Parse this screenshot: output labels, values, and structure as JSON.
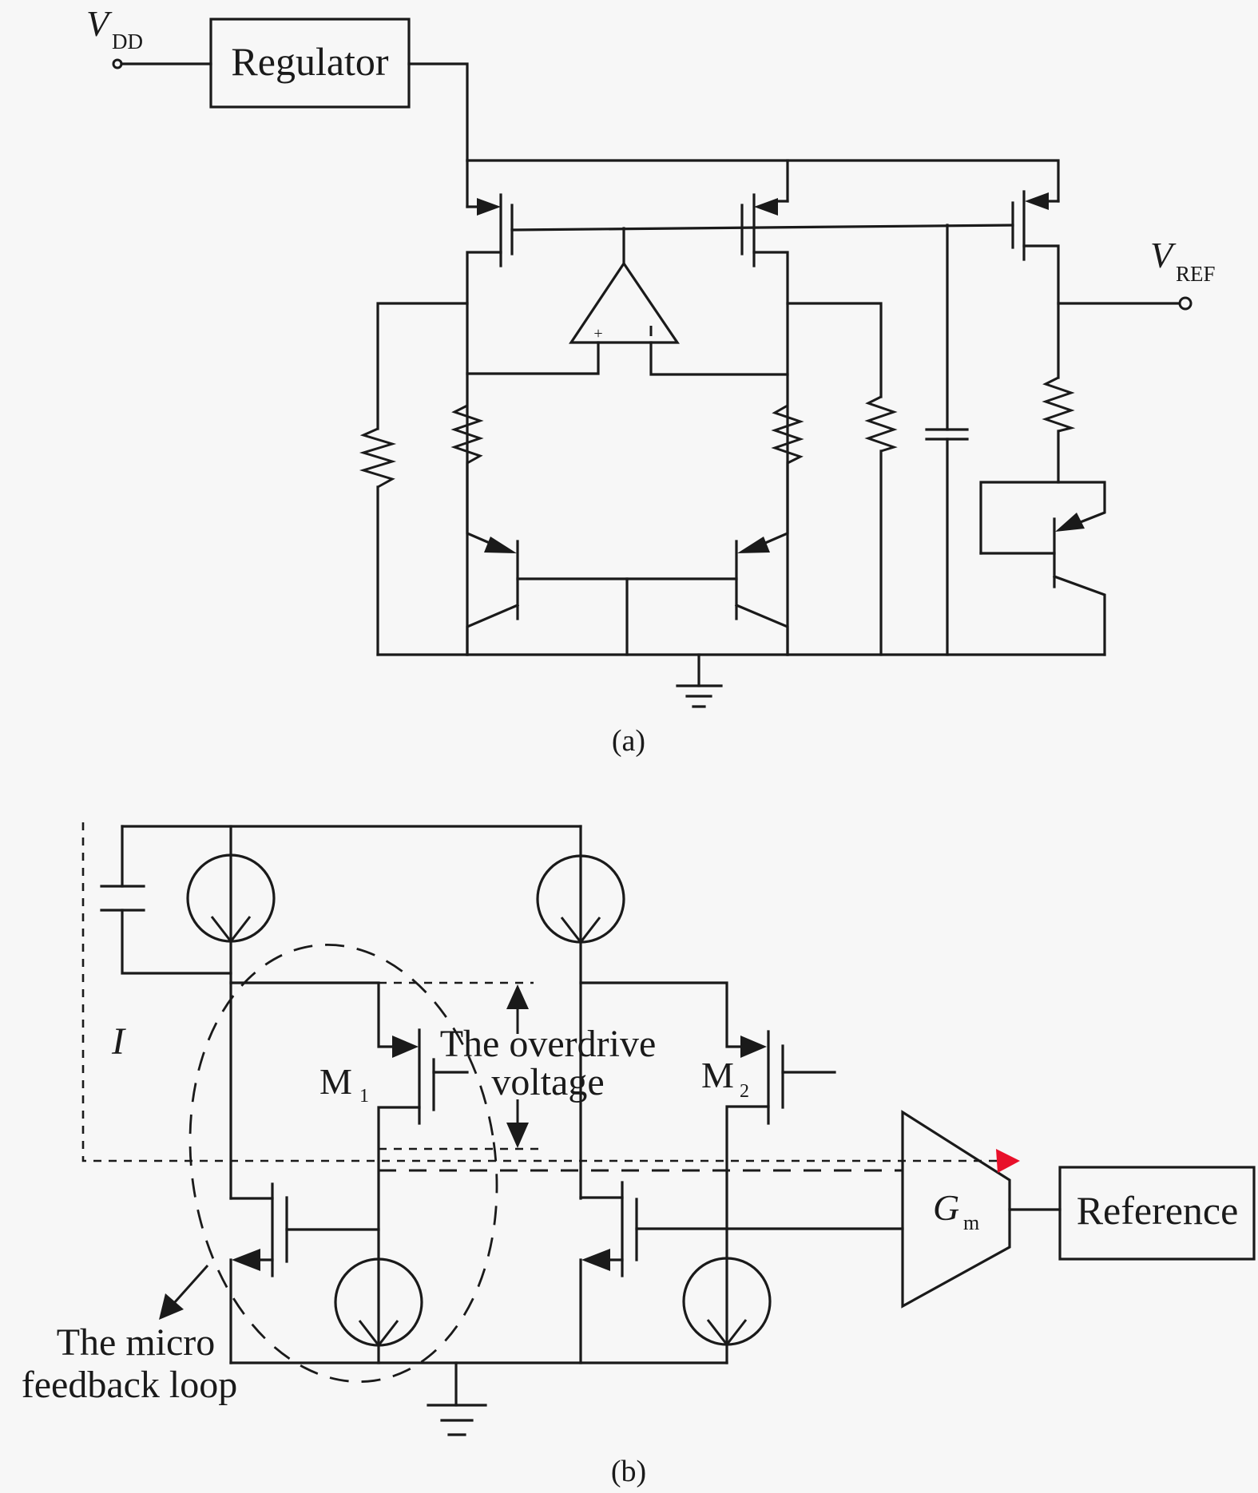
{
  "figure_a": {
    "caption": "(a)",
    "supply_label": "V",
    "supply_subscript": "DD",
    "regulator_label": "Regulator",
    "output_label": "V",
    "output_subscript": "REF",
    "opamp_plus": "+",
    "opamp_minus": "–"
  },
  "figure_b": {
    "caption": "(b)",
    "current_label": "I",
    "m1_label": "M",
    "m1_subscript": "1",
    "m2_label": "M",
    "m2_subscript": "2",
    "overdrive_line1": "The overdrive",
    "overdrive_line2": "voltage",
    "gm_label": "G",
    "gm_subscript": "m",
    "reference_label": "Reference",
    "micro_line1": "The micro",
    "micro_line2": "feedback loop",
    "highlight_color": "#e8102a"
  }
}
